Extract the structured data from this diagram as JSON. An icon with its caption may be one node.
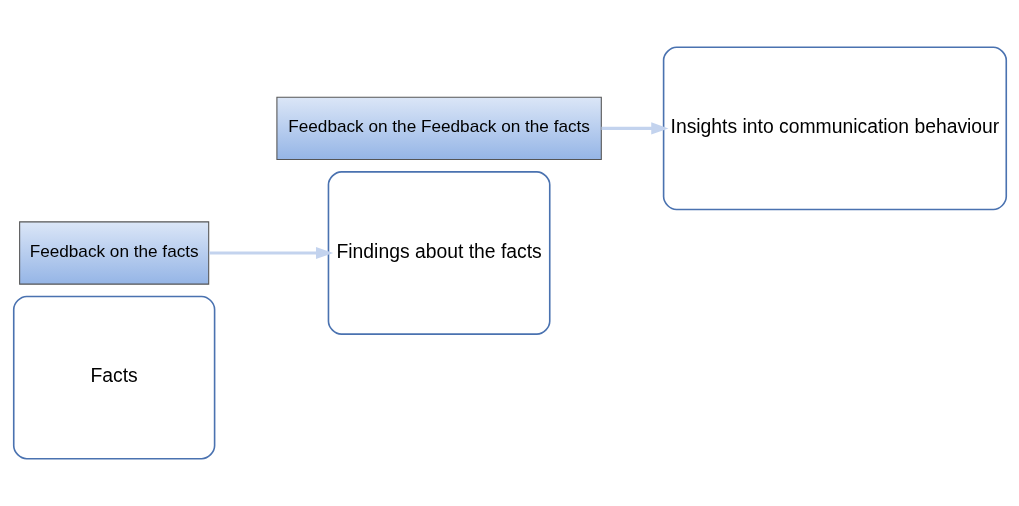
{
  "diagram": {
    "nodes": [
      {
        "text": [
          "Facts"
        ]
      },
      {
        "text": [
          "Feedback on the facts"
        ]
      },
      {
        "text": [
          "Findings about the facts"
        ]
      },
      {
        "text": [
          "Feedback on the Feedback on the facts"
        ]
      },
      {
        "text": [
          "Insights into communication behaviour"
        ]
      }
    ],
    "edges": [
      {
        "from": 1,
        "to": 2,
        "arrow": "to"
      },
      {
        "from": 3,
        "to": 4,
        "arrow": "to"
      }
    ]
  }
}
